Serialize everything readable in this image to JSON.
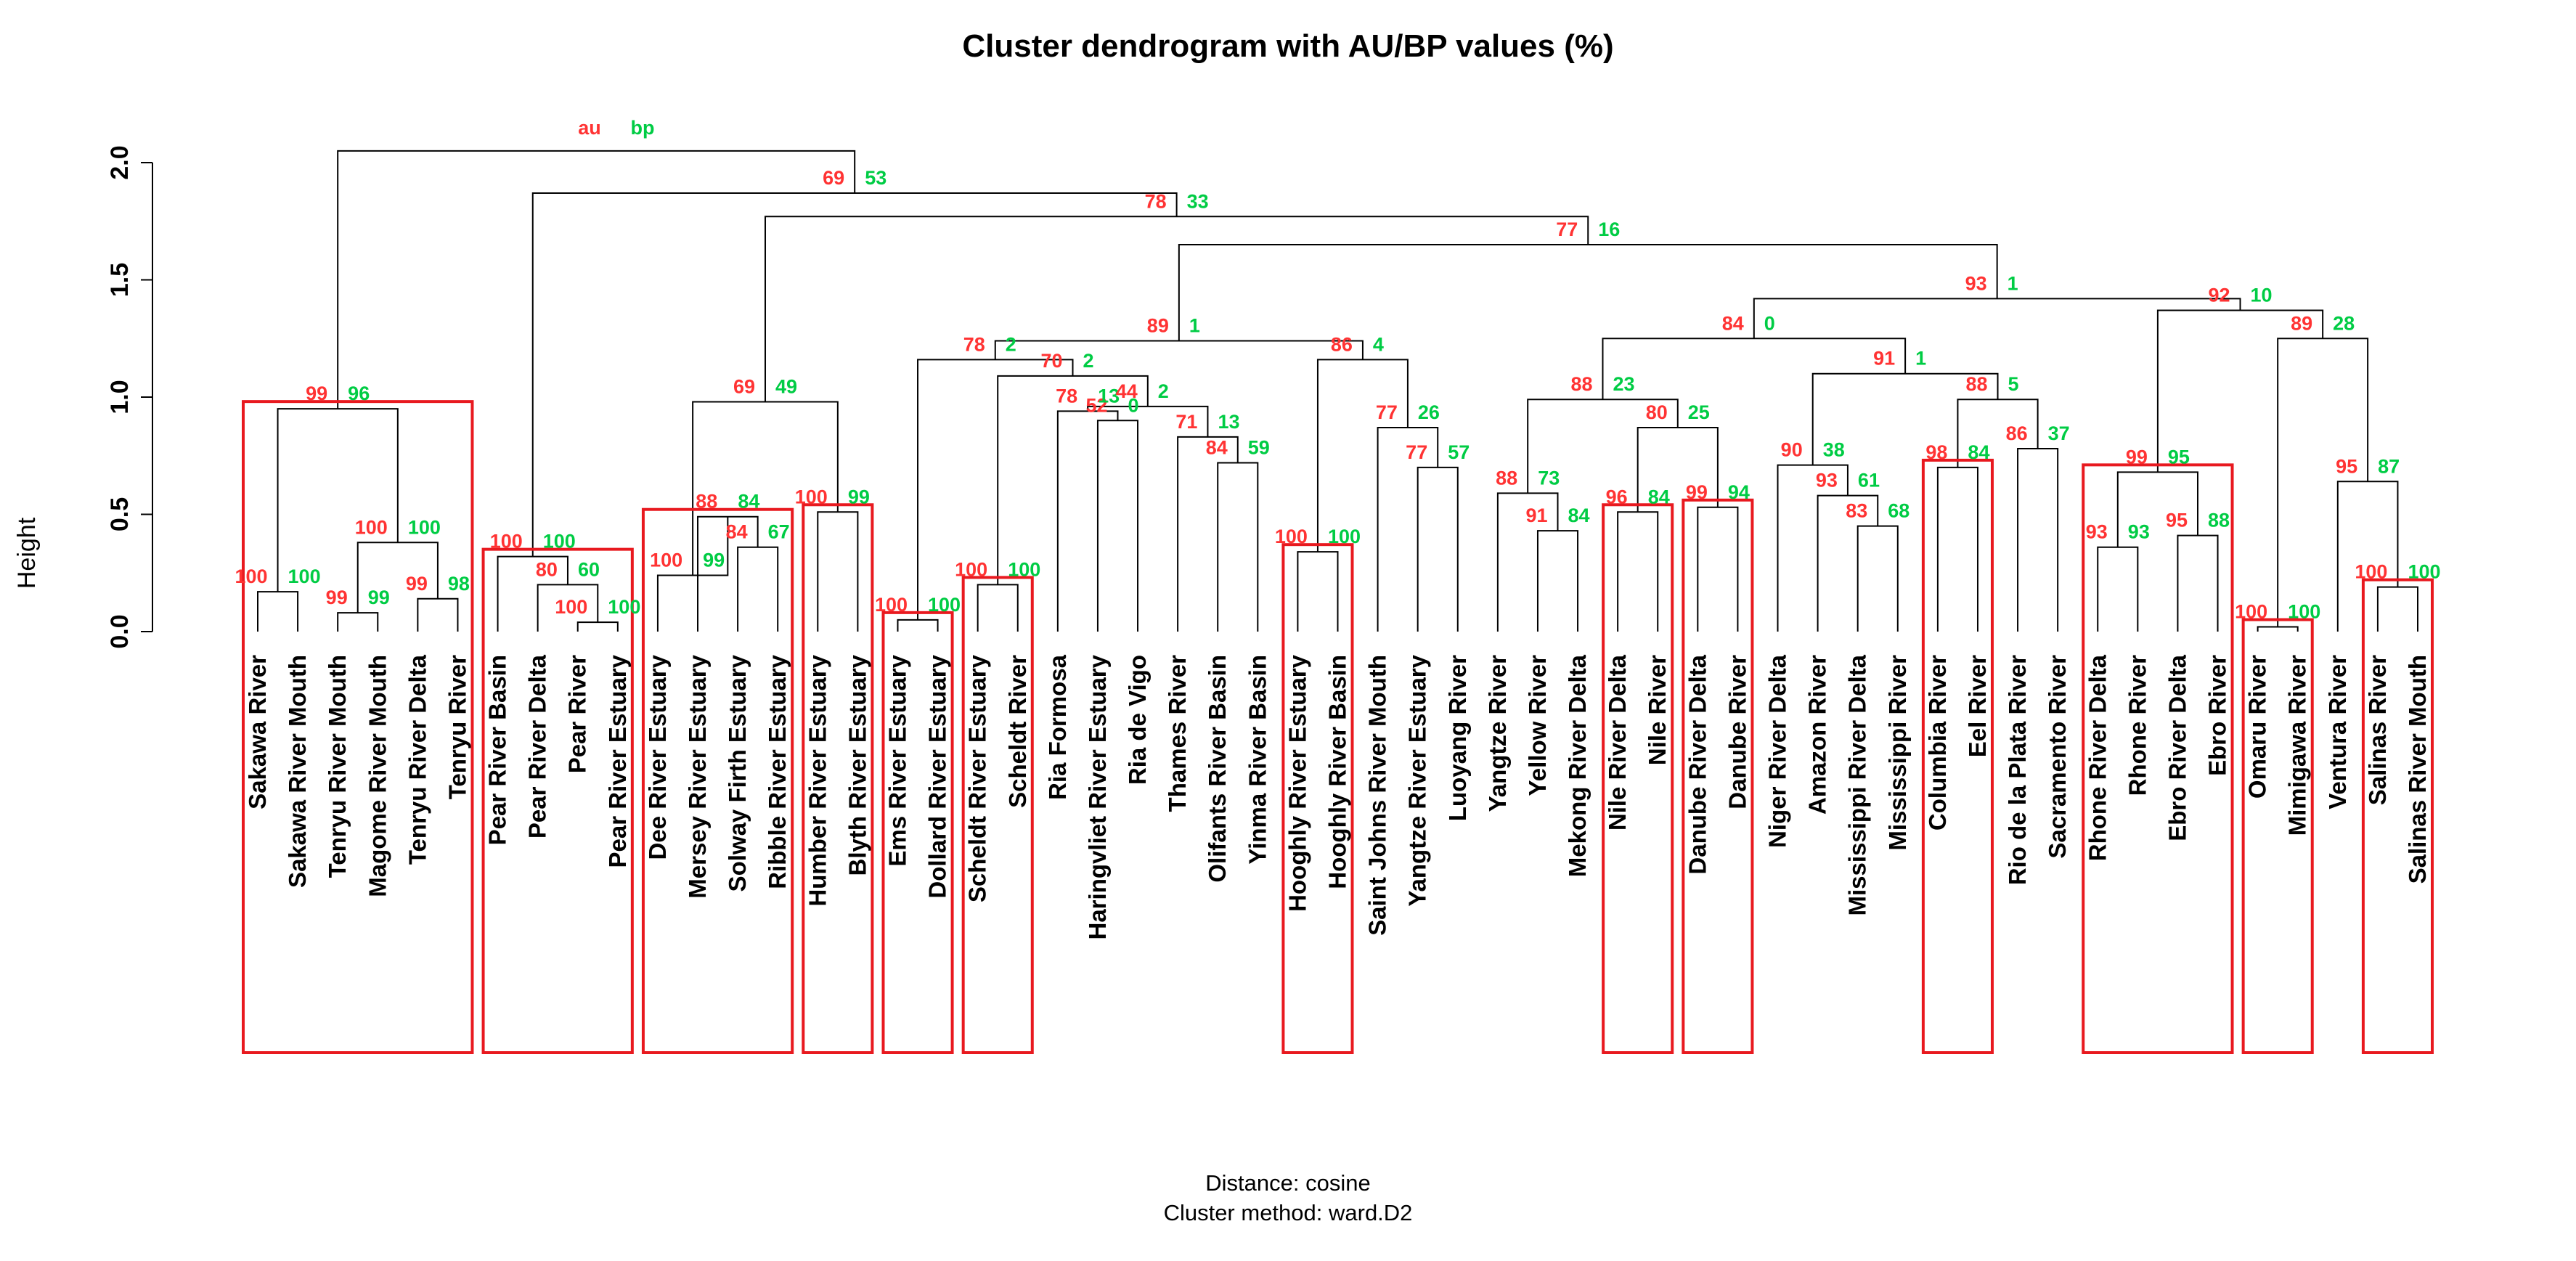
{
  "colors": {
    "au": "#ff3333",
    "bp": "#00cc44",
    "box": "#e8191f",
    "tree": "#000000"
  },
  "chart_data": {
    "type": "dendrogram",
    "title": "Cluster dendrogram with AU/BP values (%)",
    "ylabel": "Height",
    "ylim": [
      0,
      2.1
    ],
    "yticks": [
      "0.0",
      "0.5",
      "1.0",
      "1.5",
      "2.0"
    ],
    "legend": {
      "au": "au",
      "bp": "bp"
    },
    "distance": "Distance:  cosine",
    "cluster_method": "Cluster method: ward.D2",
    "leaves": [
      "Sakawa River",
      "Sakawa River Mouth",
      "Tenryu River Mouth",
      "Magome River Mouth",
      "Tenryu River Delta",
      "Tenryu River",
      "Pear River Basin",
      "Pear River Delta",
      "Pear River",
      "Pear River Estuary",
      "Dee River Estuary",
      "Mersey River Estuary",
      "Solway Firth Estuary",
      "Ribble River Estuary",
      "Humber River Estuary",
      "Blyth River Estuary",
      "Ems River Estuary",
      "Dollard River Estuary",
      "Scheldt River Estuary",
      "Scheldt River",
      "Ria Formosa",
      "Haringvliet River Estuary",
      "Ria de Vigo",
      "Thames River",
      "Olifants River Basin",
      "Yinma River Basin",
      "Hooghly River Estuary",
      "Hooghly River Basin",
      "Saint Johns River Mouth",
      "Yangtze River Estuary",
      "Luoyang River",
      "Yangtze River",
      "Yellow River",
      "Mekong River Delta",
      "Nile River Delta",
      "Nile River",
      "Danube River Delta",
      "Danube River",
      "Niger River Delta",
      "Amazon River",
      "Mississippi River Delta",
      "Mississippi River",
      "Columbia River",
      "Eel River",
      "Rio de la Plata River",
      "Sacramento River",
      "Rhone River Delta",
      "Rhone River",
      "Ebro River Delta",
      "Ebro River",
      "Omaru River",
      "Mimigawa River",
      "Ventura River",
      "Salinas River",
      "Salinas River Mouth"
    ],
    "merges": [
      {
        "id": "A1",
        "left": 0,
        "right": 1,
        "height": 0.17,
        "au": "100",
        "bp": "100"
      },
      {
        "id": "A2",
        "left": 2,
        "right": 3,
        "height": 0.08,
        "au": "99",
        "bp": "99"
      },
      {
        "id": "A3",
        "left": 4,
        "right": 5,
        "height": 0.14,
        "au": "99",
        "bp": "98"
      },
      {
        "id": "A4",
        "left": "A2",
        "right": "A3",
        "height": 0.38,
        "au": "100",
        "bp": "100"
      },
      {
        "id": "A5",
        "left": "A1",
        "right": "A4",
        "height": 0.95,
        "au": "99",
        "bp": "96"
      },
      {
        "id": "B1",
        "left": 8,
        "right": 9,
        "height": 0.04,
        "au": "100",
        "bp": "100"
      },
      {
        "id": "B2",
        "left": 7,
        "right": "B1",
        "height": 0.2,
        "au": "80",
        "bp": "60"
      },
      {
        "id": "B3",
        "left": 6,
        "right": "B2",
        "height": 0.32,
        "au": "100",
        "bp": "100"
      },
      {
        "id": "C1",
        "left": 12,
        "right": 13,
        "height": 0.36,
        "au": "84",
        "bp": "67"
      },
      {
        "id": "C2",
        "left": 11,
        "right": "C1",
        "height": 0.49,
        "au": "88",
        "bp": "84"
      },
      {
        "id": "C3",
        "left": 10,
        "right": "C2",
        "height": 0.24,
        "au": "100",
        "bp": "99"
      },
      {
        "id": "D1",
        "left": 14,
        "right": 15,
        "height": 0.51,
        "au": "100",
        "bp": "99"
      },
      {
        "id": "CD",
        "left": "C3",
        "right": "D1",
        "height": 0.98,
        "au": "69",
        "bp": "49"
      },
      {
        "id": "E1",
        "left": 16,
        "right": 17,
        "height": 0.05,
        "au": "100",
        "bp": "100"
      },
      {
        "id": "F1",
        "left": 18,
        "right": 19,
        "height": 0.2,
        "au": "100",
        "bp": "100"
      },
      {
        "id": "G1",
        "left": 21,
        "right": 22,
        "height": 0.9,
        "au": "52",
        "bp": "0"
      },
      {
        "id": "G2",
        "left": 20,
        "right": "G1",
        "height": 0.94,
        "au": "78",
        "bp": "13"
      },
      {
        "id": "G3",
        "left": 24,
        "right": 25,
        "height": 0.72,
        "au": "84",
        "bp": "59"
      },
      {
        "id": "G4",
        "left": 23,
        "right": "G3",
        "height": 0.83,
        "au": "71",
        "bp": "13"
      },
      {
        "id": "G5",
        "left": "G2",
        "right": "G4",
        "height": 0.96,
        "au": "44",
        "bp": "2"
      },
      {
        "id": "FG",
        "left": "F1",
        "right": "G5",
        "height": 1.09,
        "au": "70",
        "bp": "2"
      },
      {
        "id": "EFG",
        "left": "E1",
        "right": "FG",
        "height": 1.16,
        "au": "78",
        "bp": "2"
      },
      {
        "id": "H1",
        "left": 26,
        "right": 27,
        "height": 0.34,
        "au": "100",
        "bp": "100"
      },
      {
        "id": "I1",
        "left": 29,
        "right": 30,
        "height": 0.7,
        "au": "77",
        "bp": "57"
      },
      {
        "id": "I2",
        "left": 28,
        "right": "I1",
        "height": 0.87,
        "au": "77",
        "bp": "26"
      },
      {
        "id": "HI",
        "left": "H1",
        "right": "I2",
        "height": 1.16,
        "au": "86",
        "bp": "4"
      },
      {
        "id": "EI",
        "left": "EFG",
        "right": "HI",
        "height": 1.24,
        "au": "89",
        "bp": "1"
      },
      {
        "id": "J1",
        "left": 32,
        "right": 33,
        "height": 0.43,
        "au": "91",
        "bp": "84"
      },
      {
        "id": "J2",
        "left": 31,
        "right": "J1",
        "height": 0.59,
        "au": "88",
        "bp": "73"
      },
      {
        "id": "K1",
        "left": 34,
        "right": 35,
        "height": 0.51,
        "au": "96",
        "bp": "84"
      },
      {
        "id": "L1",
        "left": 36,
        "right": 37,
        "height": 0.53,
        "au": "99",
        "bp": "94"
      },
      {
        "id": "KL",
        "left": "K1",
        "right": "L1",
        "height": 0.87,
        "au": "80",
        "bp": "25"
      },
      {
        "id": "JKL",
        "left": "J2",
        "right": "KL",
        "height": 0.99,
        "au": "88",
        "bp": "23"
      },
      {
        "id": "M1",
        "left": 40,
        "right": 41,
        "height": 0.45,
        "au": "83",
        "bp": "68"
      },
      {
        "id": "M2",
        "left": 39,
        "right": "M1",
        "height": 0.58,
        "au": "93",
        "bp": "61"
      },
      {
        "id": "M3",
        "left": 38,
        "right": "M2",
        "height": 0.71,
        "au": "90",
        "bp": "38"
      },
      {
        "id": "N1",
        "left": 42,
        "right": 43,
        "height": 0.7,
        "au": "98",
        "bp": "84"
      },
      {
        "id": "O1",
        "left": 44,
        "right": 45,
        "height": 0.78,
        "au": "86",
        "bp": "37"
      },
      {
        "id": "NO",
        "left": "N1",
        "right": "O1",
        "height": 0.99,
        "au": "88",
        "bp": "5"
      },
      {
        "id": "MNO",
        "left": "M3",
        "right": "NO",
        "height": 1.1,
        "au": "91",
        "bp": "1"
      },
      {
        "id": "JO",
        "left": "JKL",
        "right": "MNO",
        "height": 1.25,
        "au": "84",
        "bp": "0"
      },
      {
        "id": "P1",
        "left": 46,
        "right": 47,
        "height": 0.36,
        "au": "93",
        "bp": "93"
      },
      {
        "id": "P2",
        "left": 48,
        "right": 49,
        "height": 0.41,
        "au": "95",
        "bp": "88"
      },
      {
        "id": "P3",
        "left": "P1",
        "right": "P2",
        "height": 0.68,
        "au": "99",
        "bp": "95"
      },
      {
        "id": "Q1",
        "left": 50,
        "right": 51,
        "height": 0.02,
        "au": "100",
        "bp": "100"
      },
      {
        "id": "R1",
        "left": 53,
        "right": 54,
        "height": 0.19,
        "au": "100",
        "bp": "100"
      },
      {
        "id": "R2",
        "left": 52,
        "right": "R1",
        "height": 0.64,
        "au": "95",
        "bp": "87"
      },
      {
        "id": "QR",
        "left": "Q1",
        "right": "R2",
        "height": 1.25,
        "au": "89",
        "bp": "28"
      },
      {
        "id": "PQR",
        "left": "P3",
        "right": "QR",
        "height": 1.37,
        "au": "92",
        "bp": "10"
      },
      {
        "id": "JR",
        "left": "JO",
        "right": "PQR",
        "height": 1.42,
        "au": "93",
        "bp": "1"
      },
      {
        "id": "ER",
        "left": "EI",
        "right": "JR",
        "height": 1.65,
        "au": "77",
        "bp": "16"
      },
      {
        "id": "CR",
        "left": "CD",
        "right": "ER",
        "height": 1.77,
        "au": "78",
        "bp": "33"
      },
      {
        "id": "BR",
        "left": "B3",
        "right": "CR",
        "height": 1.87,
        "au": "69",
        "bp": "53"
      },
      {
        "id": "ROOT",
        "left": "A5",
        "right": "BR",
        "height": 2.05,
        "au": "",
        "bp": ""
      }
    ],
    "boxes": [
      {
        "first": 0,
        "last": 5
      },
      {
        "first": 6,
        "last": 9
      },
      {
        "first": 10,
        "last": 13
      },
      {
        "first": 14,
        "last": 15
      },
      {
        "first": 16,
        "last": 17
      },
      {
        "first": 18,
        "last": 19
      },
      {
        "first": 26,
        "last": 27
      },
      {
        "first": 34,
        "last": 35
      },
      {
        "first": 36,
        "last": 37
      },
      {
        "first": 42,
        "last": 43
      },
      {
        "first": 46,
        "last": 49
      },
      {
        "first": 50,
        "last": 51
      },
      {
        "first": 53,
        "last": 54
      }
    ]
  }
}
